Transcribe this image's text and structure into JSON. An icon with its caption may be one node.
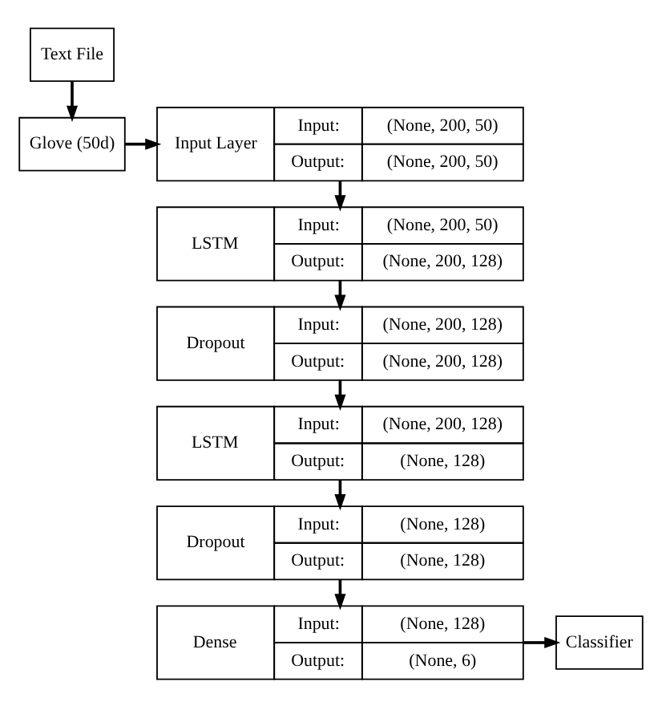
{
  "diagram": {
    "nodes": [
      {
        "text": [
          "Text File"
        ]
      },
      {
        "text": [
          "Glove (50d)"
        ]
      },
      {
        "text": [
          "Input Layer",
          "Input:",
          "(None, 200, 50)",
          "Output:",
          "(None, 200, 50)"
        ]
      },
      {
        "text": [
          "LSTM",
          "Input:",
          "(None, 200, 50)",
          "Output:",
          "(None, 200, 128)"
        ]
      },
      {
        "text": [
          "Dropout",
          "Input:",
          "(None, 200, 128)",
          "Output:",
          "(None, 200, 128)"
        ]
      },
      {
        "text": [
          "LSTM",
          "Input:",
          "(None, 200, 128)",
          "Output:",
          "(None, 128)"
        ]
      },
      {
        "text": [
          "Dropout",
          "Input:",
          "(None, 128)",
          "Output:",
          "(None, 128)"
        ]
      },
      {
        "text": [
          "Dense",
          "Input:",
          "(None, 128)",
          "Output:",
          "(None, 6)"
        ]
      },
      {
        "text": [
          "Classifier"
        ]
      }
    ],
    "edges": [
      {
        "from": 0,
        "to": 1,
        "arrow": "to"
      },
      {
        "from": 1,
        "to": 2,
        "arrow": "to"
      },
      {
        "from": 2,
        "to": 3,
        "arrow": "to"
      },
      {
        "from": 3,
        "to": 4,
        "arrow": "to"
      },
      {
        "from": 4,
        "to": 5,
        "arrow": "to"
      },
      {
        "from": 5,
        "to": 6,
        "arrow": "to"
      },
      {
        "from": 6,
        "to": 7,
        "arrow": "to"
      },
      {
        "from": 7,
        "to": 8,
        "arrow": "to"
      }
    ]
  }
}
